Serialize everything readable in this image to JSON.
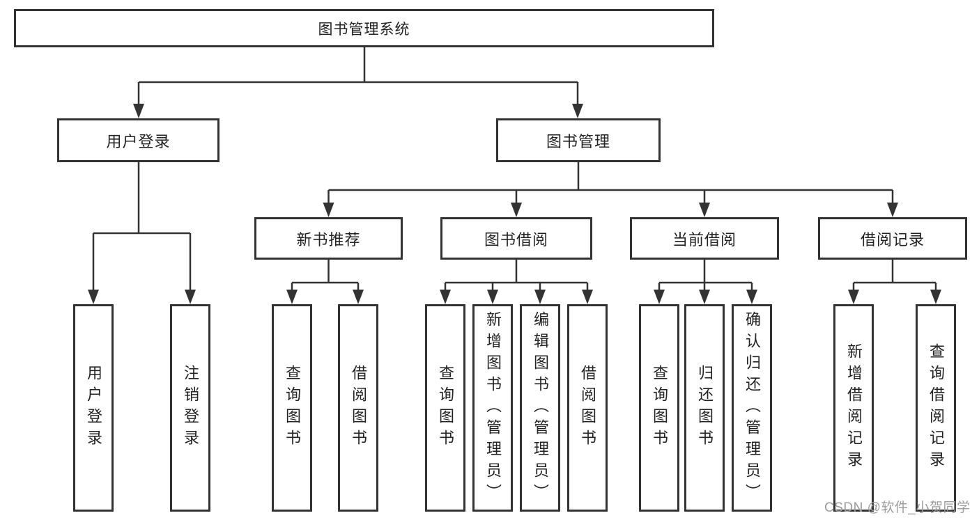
{
  "diagram": {
    "type": "hierarchy-tree",
    "root": {
      "label": "图书管理系统"
    },
    "branches": [
      {
        "label": "用户登录",
        "children": [
          {
            "label": "用户登录"
          },
          {
            "label": "注销登录"
          }
        ]
      },
      {
        "label": "图书管理",
        "children": [
          {
            "label": "新书推荐",
            "children": [
              {
                "label": "查询图书"
              },
              {
                "label": "借阅图书"
              }
            ]
          },
          {
            "label": "图书借阅",
            "children": [
              {
                "label": "查询图书"
              },
              {
                "label": "新增图书（管理员）"
              },
              {
                "label": "编辑图书（管理员）"
              },
              {
                "label": "借阅图书"
              }
            ]
          },
          {
            "label": "当前借阅",
            "children": [
              {
                "label": "查询图书"
              },
              {
                "label": "归还图书"
              },
              {
                "label": "确认归还（管理员）"
              }
            ]
          },
          {
            "label": "借阅记录",
            "children": [
              {
                "label": "新增借阅记录"
              },
              {
                "label": "查询借阅记录"
              }
            ]
          }
        ]
      }
    ]
  },
  "colors": {
    "line": "#333333",
    "box_border": "#333333",
    "text": "#222222",
    "background": "#ffffff",
    "watermark": "#9c9c9c"
  },
  "watermark": {
    "text": "CSDN @软件_小贺同学"
  }
}
